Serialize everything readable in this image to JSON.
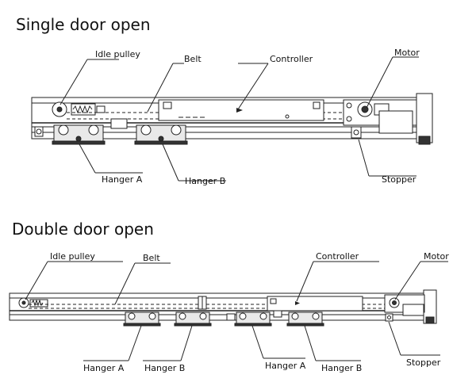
{
  "single": {
    "title": "Single door open",
    "labels": {
      "idle_pulley": "Idle pulley",
      "belt": "Belt",
      "controller": "Controller",
      "motor": "Motor",
      "hanger_a": "Hanger A",
      "hanger_b": "Hanger B",
      "stopper": "Stopper"
    }
  },
  "double": {
    "title": "Double door open",
    "labels": {
      "idle_pulley": "Idle pulley",
      "belt": "Belt",
      "controller": "Controller",
      "motor": "Motor",
      "hanger_a_left": "Hanger A",
      "hanger_b_left": "Hanger B",
      "hanger_a_right": "Hanger A",
      "hanger_b_right": "Hanger B",
      "stopper": "Stopper"
    }
  }
}
